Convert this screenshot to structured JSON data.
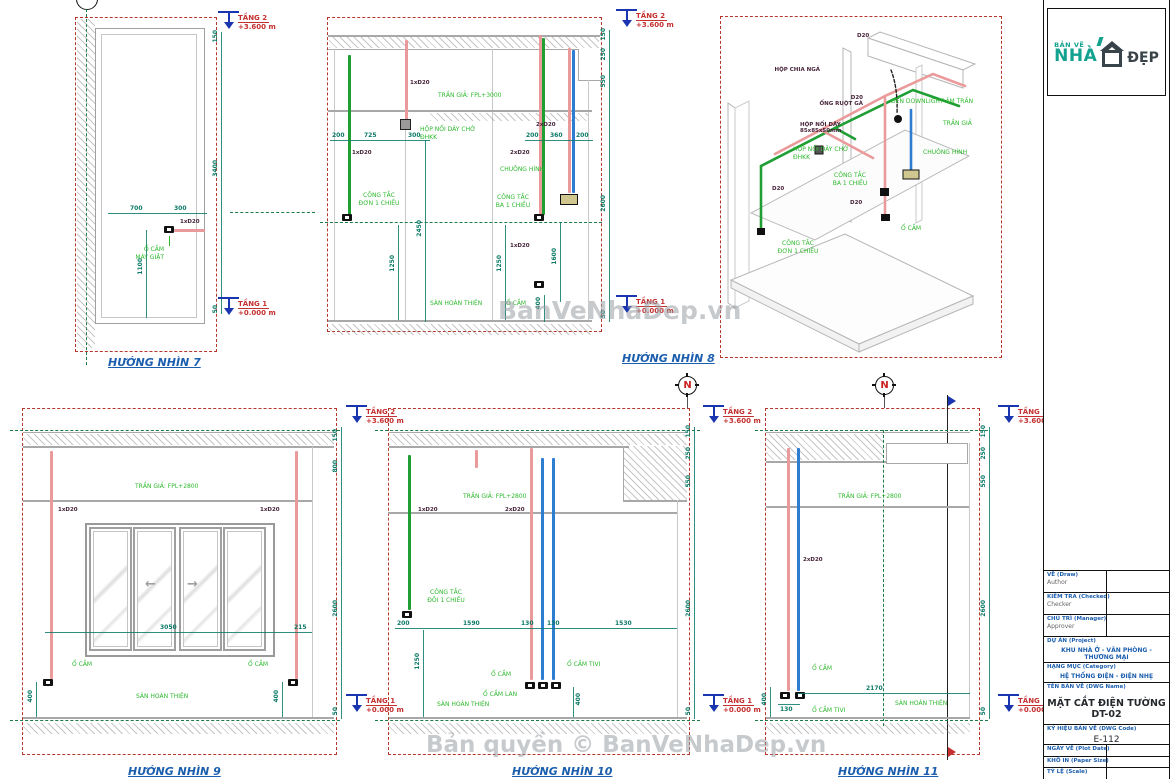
{
  "common": {
    "tang2": "TẦNG 2",
    "tang2_elev": "+3.600 m",
    "tang1": "TẦNG 1",
    "tang1_elev": "+0.000 m",
    "north": "N",
    "d20_1x": "1xD20",
    "d20_2x": "2xD20",
    "o_cam": "Ổ CẮM",
    "o_cam_tivi": "Ổ CẮM TIVI",
    "o_cam_lan": "Ổ CẮM LAN",
    "san_hoan_thien": "SÀN HOÀN THIỆN",
    "tran_gia_3000": "TRẦN GIẢ: FPL+3000",
    "tran_gia_2800": "TRẦN GIẢ: FPL+2800",
    "cong_tac_don": "CÔNG TẮC\nĐƠN 1 CHIỀU",
    "cong_tac_doi": "CÔNG TẮC\nĐÔI 1 CHIỀU",
    "cong_tac_ba": "CÔNG TẮC\nBA 1 CHIỀU",
    "chuong_hinh": "CHUÔNG HÌNH",
    "hop_noi_day_cho": "HỘP NỐI DÂY CHỜ\nĐHKK",
    "dim": {
      "d50": "50",
      "d130": "130",
      "d150": "150",
      "d250": "250",
      "d400": "400",
      "d550": "550",
      "d800": "800",
      "d1250": "1250",
      "d1600": "1600",
      "d2600": "2600"
    }
  },
  "v7": {
    "title": "HƯỚNG NHÌN 7",
    "o_cam_may_giat": "Ổ CẮM\nMÁY GIẶT",
    "dim": {
      "d700": "700",
      "d300": "300",
      "d1100": "1100",
      "d3400": "3400"
    }
  },
  "v8": {
    "title": "HƯỚNG NHÌN 8",
    "dim": {
      "a200": "200",
      "a725": "725",
      "a300": "300",
      "b200": "200",
      "b360": "360",
      "c200": "200",
      "d2450": "2450"
    }
  },
  "iso": {
    "d20": "D20",
    "hop_chia_nga": "HỘP CHIA NGẢ",
    "ong_ruot_ga": "D20\nỐNG RUỘT GÀ",
    "hop_noi_day": "HỘP NỐI DÂY\n85x85x50mm",
    "den_downlight": "ĐÈN DOWNLIGHT ÂM TRẦN",
    "tran_gia": "TRẦN GIẢ"
  },
  "v9": {
    "title": "HƯỚNG NHÌN 9",
    "dim": {
      "d3050": "3050",
      "d215": "215"
    }
  },
  "v10": {
    "title": "HƯỚNG NHÌN 10",
    "dim": {
      "a200": "200",
      "a1590": "1590",
      "a130": "130",
      "b130": "130",
      "a1530": "1530"
    }
  },
  "v11": {
    "title": "HƯỚNG NHÌN 11",
    "dim": {
      "d2170": "2170",
      "d130": "130"
    }
  },
  "watermark": {
    "center": "BanVeNhaDep.vn",
    "bottom": "Bản quyền © BanVeNhaDep.vn"
  },
  "logo": {
    "line1": "BẢN VẼ",
    "line2": "NHÀ",
    "line3": "ĐẸP"
  },
  "titleblock": {
    "ve_label": "VẼ (Draw)",
    "ve_sub": "Author",
    "kiemtra_label": "KIỂM TRA (Checked)",
    "kiemtra_sub": "Checker",
    "chutri_label": "CHỦ TRÌ (Manager)",
    "chutri_sub": "Approver",
    "duan_label": "DỰ ÁN (Project)",
    "duan_value": "KHU NHÀ Ở - VĂN PHÒNG - THƯƠNG MẠI",
    "hangmuc_label": "HẠNG MỤC (Category)",
    "hangmuc_value": "HỆ THỐNG ĐIỆN - ĐIỆN NHẸ",
    "ten_label": "TÊN BẢN VẼ (DWG Name)",
    "ten_value": "MẶT CẮT ĐIỆN TƯỜNG DT-02",
    "kyhieu_label": "KÝ HIỆU BẢN VẼ (DWG Code)",
    "kyhieu_value": "E-112",
    "ngayve_label": "NGÀY VẼ (Plot Date)",
    "khoin_label": "KHỔ IN (Paper Size)",
    "tyle_label": "TỶ LỆ (Scale)"
  },
  "icons": {
    "arrow_left": "←",
    "arrow_right": "→"
  }
}
